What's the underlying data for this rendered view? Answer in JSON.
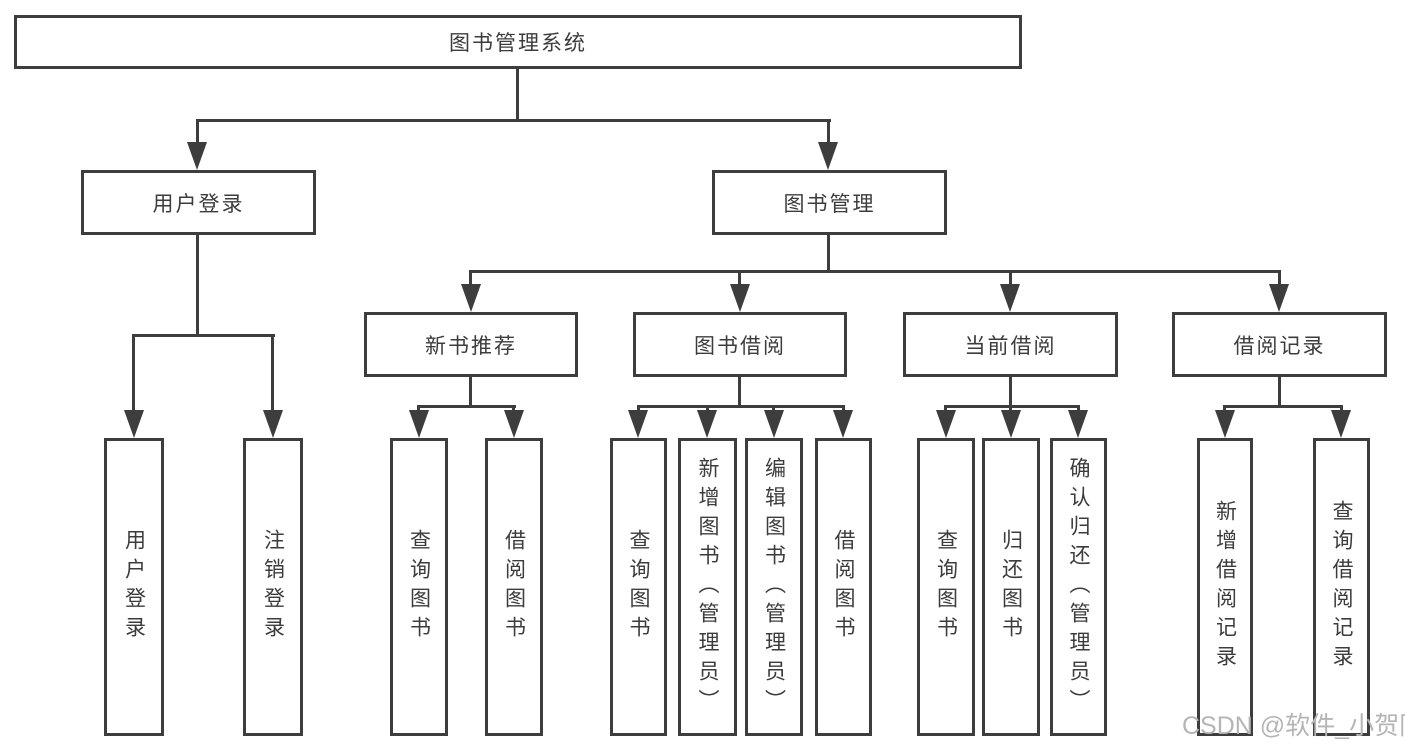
{
  "diagram": {
    "root": {
      "label": "图书管理系统"
    },
    "branches": [
      {
        "label": "用户登录",
        "children": [
          {
            "label": "用户登录"
          },
          {
            "label": "注销登录"
          }
        ]
      },
      {
        "label": "图书管理",
        "children": [
          {
            "label": "新书推荐",
            "children": [
              {
                "label": "查询图书"
              },
              {
                "label": "借阅图书"
              }
            ]
          },
          {
            "label": "图书借阅",
            "children": [
              {
                "label": "查询图书"
              },
              {
                "label": "新增图书（管理员）"
              },
              {
                "label": "编辑图书（管理员）"
              },
              {
                "label": "借阅图书"
              }
            ]
          },
          {
            "label": "当前借阅",
            "children": [
              {
                "label": "查询图书"
              },
              {
                "label": "归还图书"
              },
              {
                "label": "确认归还（管理员）"
              }
            ]
          },
          {
            "label": "借阅记录",
            "children": [
              {
                "label": "新增借阅记录"
              },
              {
                "label": "查询借阅记录"
              }
            ]
          }
        ]
      }
    ]
  },
  "watermark": {
    "text": "CSDN @软件_小贺同学"
  },
  "colors": {
    "line": "#3d3d3d",
    "text": "#3c3c3c",
    "watermark": "#b5b5b5",
    "background": "#ffffff"
  }
}
